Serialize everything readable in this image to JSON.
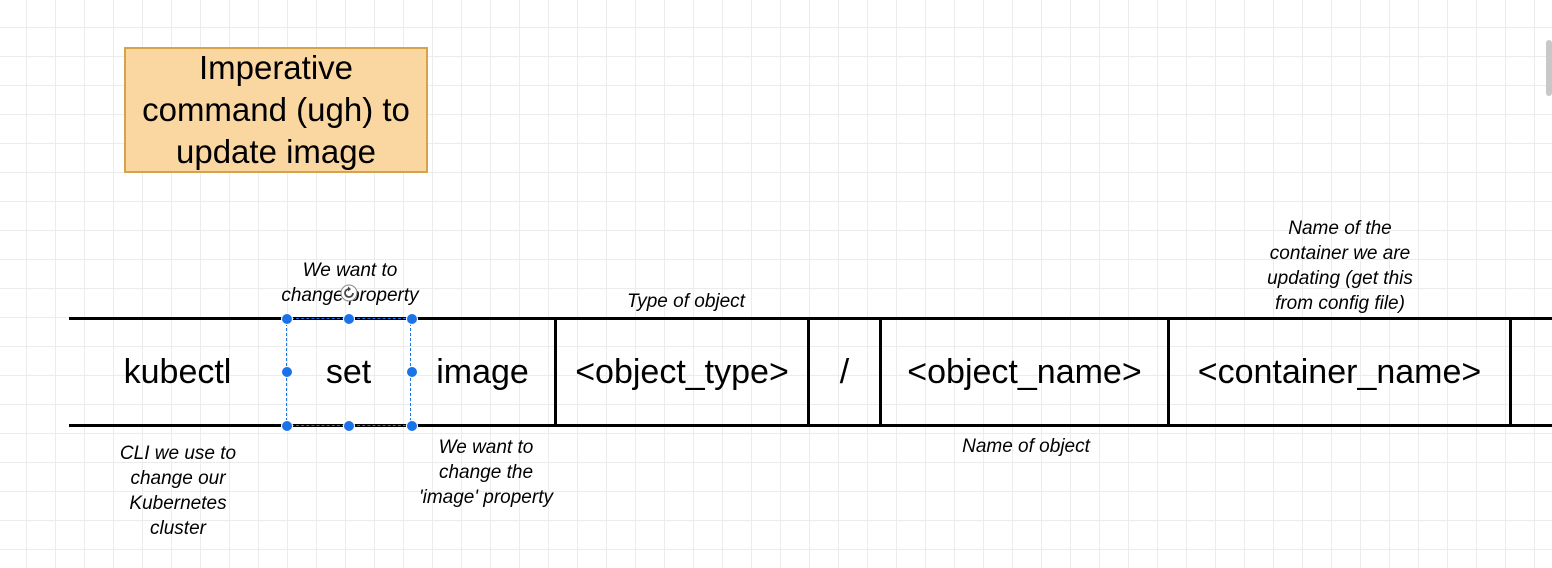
{
  "title_box": {
    "text": "Imperative\ncommand (ugh) to\nupdate image"
  },
  "command_parts": [
    {
      "id": "kubectl",
      "text": "kubectl"
    },
    {
      "id": "set",
      "text": "set"
    },
    {
      "id": "image",
      "text": "image"
    },
    {
      "id": "object-type",
      "text": "<object_type>"
    },
    {
      "id": "slash",
      "text": "/"
    },
    {
      "id": "object-name",
      "text": "<object_name>"
    },
    {
      "id": "container-name",
      "text": "<container_name>"
    }
  ],
  "annotations": {
    "kubectl": "CLI we use to\nchange our\nKubernetes\ncluster",
    "set": "We want to\nchange property",
    "image": "We want to\nchange the\n'image' property",
    "object_type": "Type of object",
    "object_name": "Name of object",
    "container_name": "Name of the\ncontainer we are\nupdating (get this\nfrom config file)"
  },
  "colors": {
    "title_fill": "#fad7a1",
    "title_border": "#d6a24a",
    "selection": "#1a73e8"
  }
}
